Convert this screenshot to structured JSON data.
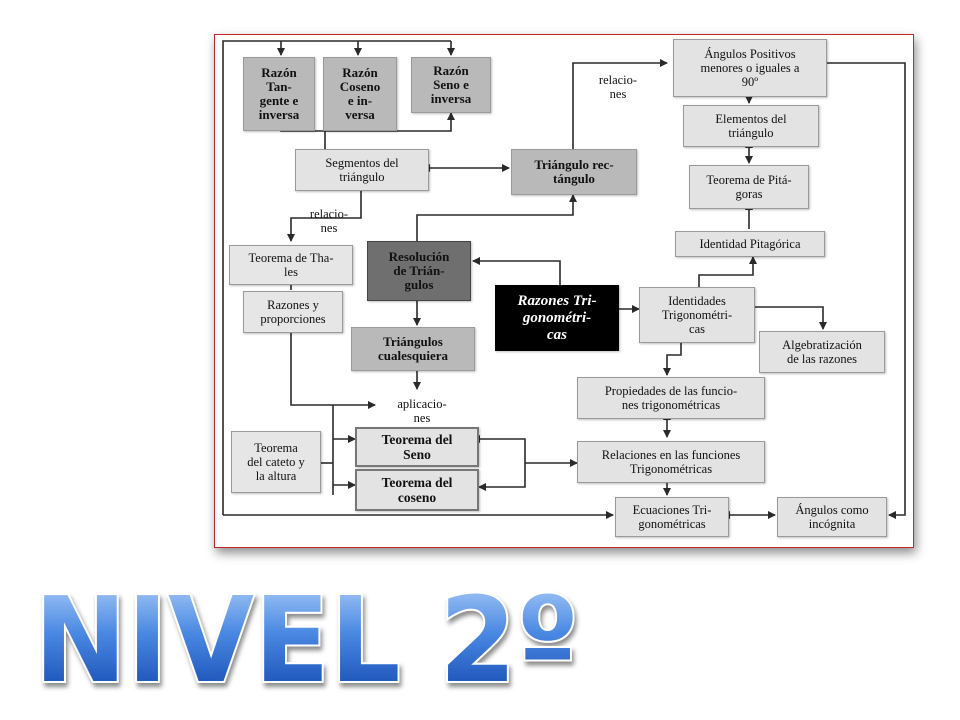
{
  "nodes": {
    "razon_tangente": "Razón\nTan-\ngente e\ninversa",
    "razon_coseno": "Razón\nCoseno\ne in-\nversa",
    "razon_seno": "Razón\nSeno e\ninversa",
    "segmentos": "Segmentos del\ntriángulo",
    "triangulo_rectangulo": "Triángulo rec-\ntángulo",
    "teorema_thales": "Teorema de Tha-\nles",
    "razones_proporciones": "Razones y\nproporciones",
    "resolucion": "Resolución\nde Trián-\ngulos",
    "triangulos_cualesquiera": "Triángulos\ncualesquiera",
    "razones_trig": "Razones Tri-\ngonométri-\ncas",
    "angulos_positivos": "Ángulos Positivos\nmenores  o iguales a\n90º",
    "elementos_triangulo": "Elementos del\ntriángulo",
    "teorema_pitagoras": "Teorema de Pitá-\ngoras",
    "identidad_pitagorica": "Identidad Pitagórica",
    "identidades_trig": "Identidades\nTrigonométri-\ncas",
    "algebratizacion": "Algebratización\nde las razones",
    "propiedades": "Propiedades de las funcio-\nnes trigonométricas",
    "relaciones_funciones": "Relaciones en las funciones\nTrigonométricas",
    "ecuaciones": "Ecuaciones Tri-\ngonométricas",
    "angulos_incognita": "Ángulos como\nincógnita",
    "teorema_cateto": "Teorema\ndel cateto y\nla altura",
    "teorema_seno": "Teorema del\nSeno",
    "teorema_coseno": "Teorema del\ncoseno"
  },
  "labels": {
    "relaciones_top": "relacio-\nnes",
    "relaciones_left": "relacio-\nnes",
    "aplicaciones": "aplicacio-\nnes"
  },
  "title": "NIVEL 2º",
  "colors": {
    "frame_border": "#c0282e",
    "title_top": "#9fc6f4",
    "title_bottom": "#0b3fa8",
    "title_outline": "#ffffff"
  }
}
